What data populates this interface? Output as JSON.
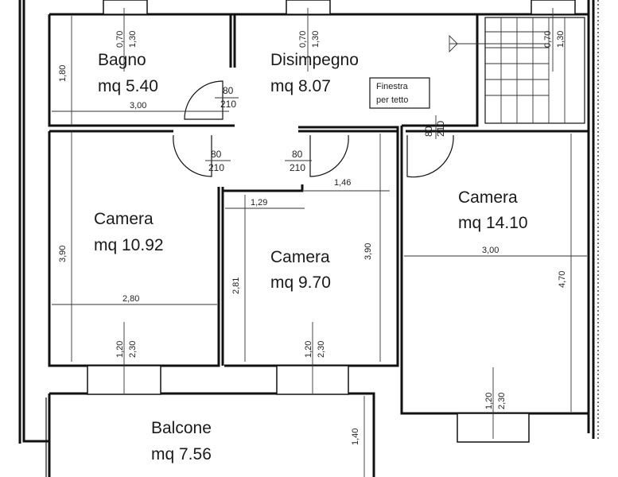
{
  "rooms": {
    "bagno": {
      "name": "Bagno",
      "area": "mq 5.40"
    },
    "disimpegno": {
      "name": "Disimpegno",
      "area": "mq 8.07"
    },
    "camera_left": {
      "name": "Camera",
      "area": "mq 10.92"
    },
    "camera_center": {
      "name": "Camera",
      "area": "mq 9.70"
    },
    "camera_right": {
      "name": "Camera",
      "area": "mq 14.10"
    },
    "balcone": {
      "name": "Balcone",
      "area": "mq 7.56"
    }
  },
  "skylight_label": {
    "line1": "Finestra",
    "line2": "per tetto"
  },
  "dimensions": {
    "bagno_width": "3,00",
    "bagno_height": "1,80",
    "camera_left_width": "2,80",
    "camera_left_height": "3,90",
    "camera_center_width": "1,29",
    "camera_center_height": "2,81",
    "camera_center_height2": "3,90",
    "corridor_width": "1,46",
    "camera_right_width": "3,00",
    "camera_right_height": "4,70",
    "balcone_height": "1,40"
  },
  "windows": {
    "top_sill": "0,70",
    "top_height": "1,30",
    "bottom_sill": "1,20",
    "bottom_height": "2,30"
  },
  "doors": {
    "width": "80",
    "height": "210"
  },
  "colors": {
    "walls": "#111111",
    "background": "#ffffff"
  }
}
